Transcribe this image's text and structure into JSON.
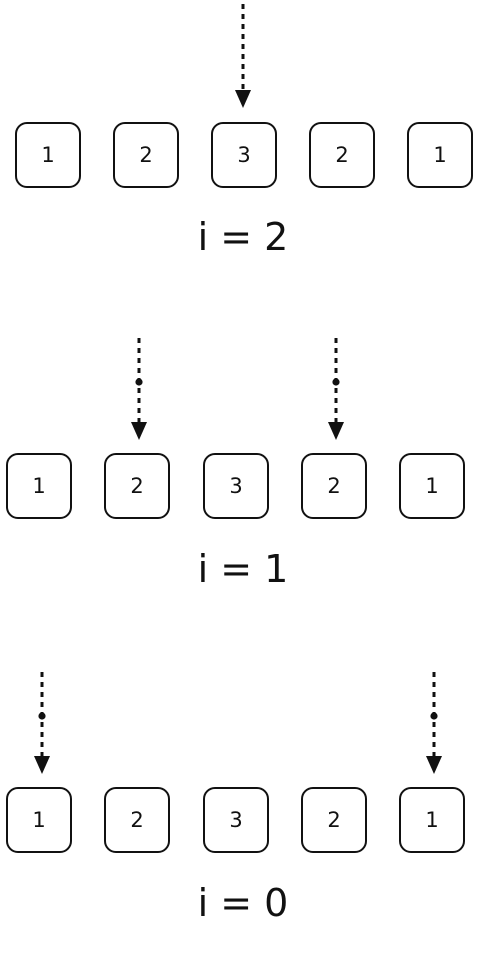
{
  "array": [
    1,
    2,
    3,
    2,
    1
  ],
  "colors": {
    "stroke": "#111111",
    "background": "#ffffff"
  },
  "steps": [
    {
      "label": "i = 2",
      "pointers": [
        2
      ]
    },
    {
      "label": "i = 1",
      "pointers": [
        1,
        3
      ]
    },
    {
      "label": "i = 0",
      "pointers": [
        0,
        4
      ]
    }
  ]
}
